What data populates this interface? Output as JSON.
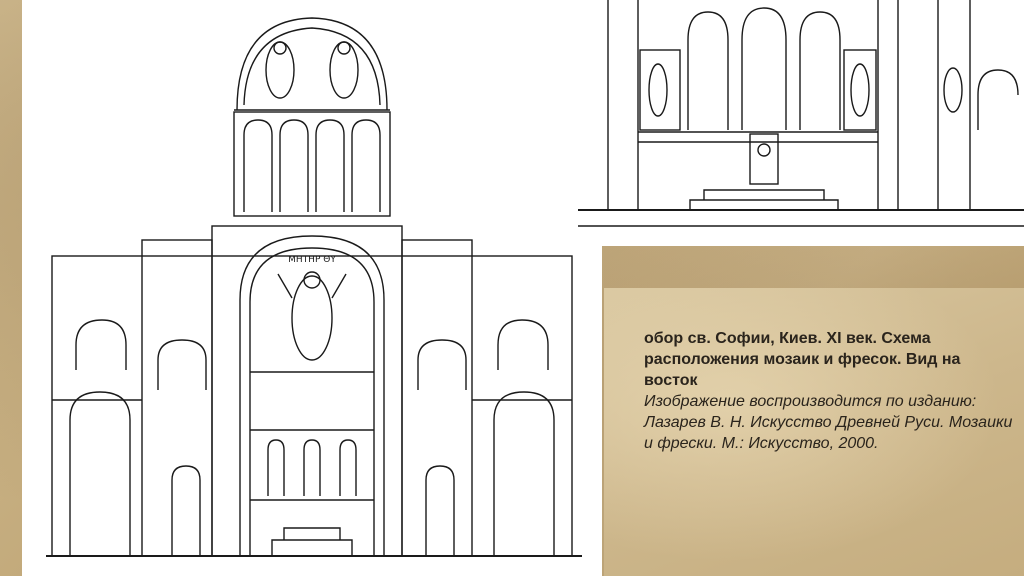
{
  "slide": {
    "title": "обор св. Софии, Киев. XI век. Схема расположения мозаик и фресок. Вид на восток",
    "source": "Изображение воспроизводится по изданию: Лазарев В. Н. Искусство Древней Руси. Мозаики и фрески. М.: Искусство, 2000."
  },
  "drawings": {
    "arch_inscription": "ΜΗΤΗΡ ΘΥ"
  },
  "colors": {
    "background": "#c9b48a",
    "ink": "#1a1a1a",
    "text": "#2a241c"
  }
}
